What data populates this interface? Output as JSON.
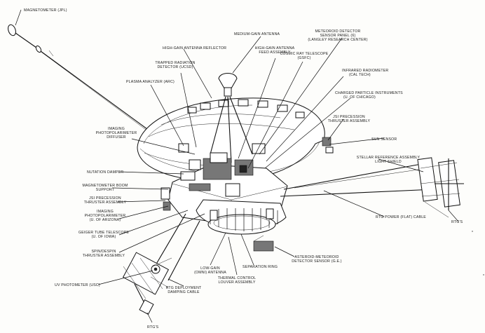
{
  "labels": {
    "magnetometer": "MAGNETOMETER (JPL)",
    "hg_reflector": "HIGH-GAIN ANTENNA REFLECTOR",
    "medium_gain": "MEDIUM-GAIN ANTENNA",
    "meteoroid_detector": [
      "METEOROID DETECTOR",
      "SENSOR PANEL (6)",
      "(LANGLEY RESEARCH CENTER)"
    ],
    "trapped_radiation": [
      "TRAPPED RADIATION",
      "DETECTOR (UCSD)"
    ],
    "hg_feed": [
      "HIGH-GAIN ANTENNA",
      "FEED ASSEMBLY"
    ],
    "cosmic_ray": [
      "COSMIC RAY TELESCOPE",
      "(GSFC)"
    ],
    "infrared": [
      "INFRARED RADIOMETER",
      "(CAL TECH)"
    ],
    "plasma": "PLASMA ANALYZER (ARC)",
    "charged_particle": [
      "CHARGED PARTICLE INSTRUMENTS",
      "(U. OF CHICAGO)"
    ],
    "sun_sensor": "SUN SENSOR",
    "imaging_diffuser": [
      "IMAGING",
      "PHOTOPOLARIMETER",
      "DIFFUSER"
    ],
    "jsi_precession": [
      "JSI PRECESSION",
      "THRUSTER ASSEMBLY"
    ],
    "stellar_ref": [
      "STELLAR REFERENCE ASSEMBLY",
      "LIGHT SHIELD"
    ],
    "asteroid_damper": "NUTATION DAMPER",
    "mag_boom": [
      "MAGNETOMETER BOOM",
      "SUPPORT"
    ],
    "jsi_precession_2": [
      "JSI PRECESSION",
      "THRUSTER ASSEMBLY"
    ],
    "imaging_photo": [
      "IMAGING",
      "PHOTOPOLARIMETER",
      "(U. OF ARIZONA)"
    ],
    "rtg_power": "RTG POWER (FLAT) CABLE",
    "geiger": [
      "GEIGER TUBE TELESCOPE",
      "(U. OF IOWA)"
    ],
    "spin_despin": [
      "SPIN/DESPIN",
      "THRUSTER ASSEMBLY"
    ],
    "rtgs_right": "RTG'S",
    "uv_photometer": "UV PHOTOMETER (USC)",
    "low_gain": [
      "LOW-GAIN",
      "(OMNI) ANTENNA"
    ],
    "separation_ring": "SEPARATION RING",
    "asteroid_meteoroid": [
      "ASTEROID-METEOROID",
      "DETECTOR SENSOR (G.E.)"
    ],
    "rtg_deployment": [
      "RTG DEPLOYMENT",
      "DAMPING CABLE"
    ],
    "thermal_control": [
      "THERMAL CONTROL",
      "LOUVER ASSEMBLY"
    ],
    "rtgs_bottom": "RTG'S"
  }
}
